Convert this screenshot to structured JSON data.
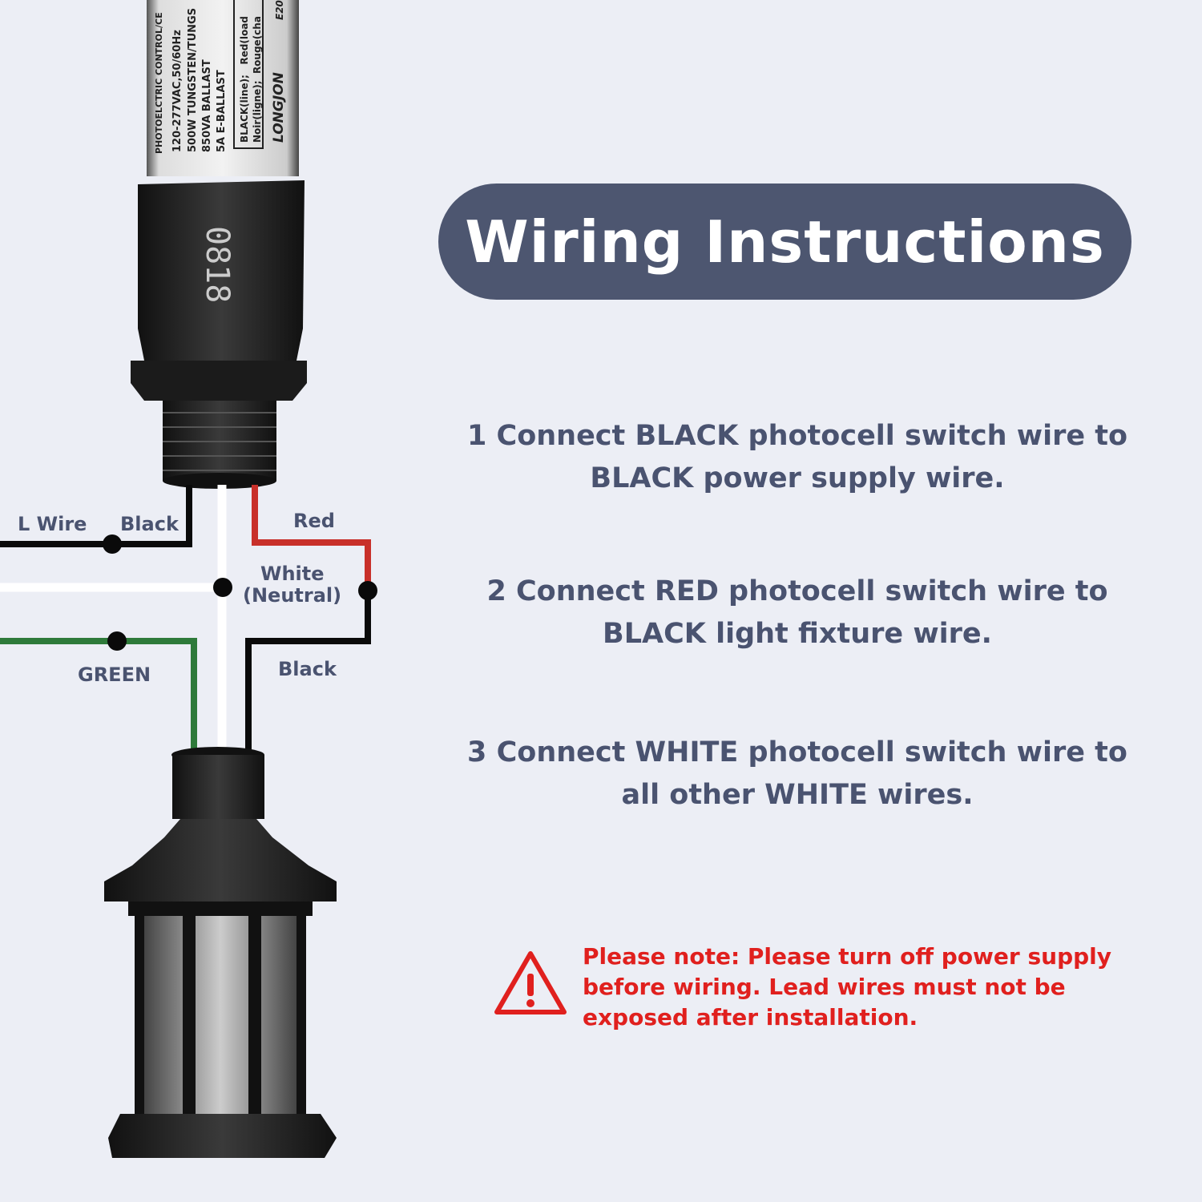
{
  "title": "Wiring Instructions",
  "steps": [
    {
      "line1": "1 Connect BLACK photocell switch wire to",
      "line2": "BLACK power supply wire."
    },
    {
      "line1": "2 Connect RED photocell switch wire to",
      "line2": "BLACK light fixture wire."
    },
    {
      "line1": "3 Connect WHITE photocell switch wire to",
      "line2": "all other WHITE wires."
    }
  ],
  "note": {
    "icon": "warning-triangle-icon",
    "text": "Please note: Please turn off power supply before wiring. Lead wires must not be exposed after installation."
  },
  "wire_labels": {
    "l_wire": "L Wire",
    "black_top": "Black",
    "red": "Red",
    "white_1": "White",
    "white_2": "(Neutral)",
    "green": "GREEN",
    "black_bottom": "Black"
  },
  "photocell": {
    "label_lines": [
      "PHOTOELCTRIC CONTROL/CE",
      "120-277VAC,50/60Hz",
      "500W TUNGSTEN/TUNGS",
      "850VA BALLAST",
      "5A E-BALLAST"
    ],
    "wire_box": [
      "BLACK(line);   Red(load",
      "Noir(ligne);  Rouge(cha"
    ],
    "brand": "LONGJON",
    "model_code": "E20",
    "body_number": "0818"
  },
  "colors": {
    "background": "#eceef5",
    "title_bg": "#4d5670",
    "text": "#4a5370",
    "warning": "#e0201e",
    "wire_black": "#0a0a0a",
    "wire_red": "#c8302a",
    "wire_green": "#2e7a3a",
    "wire_white": "#ffffff"
  }
}
